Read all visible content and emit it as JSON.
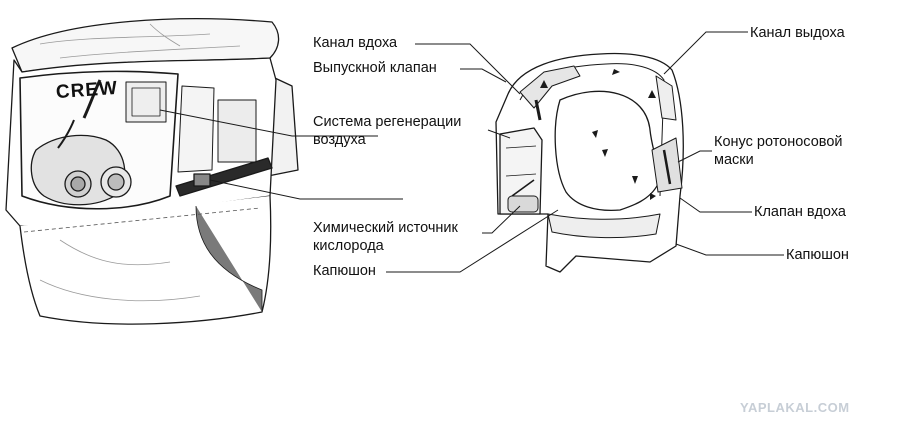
{
  "left_drawing": {
    "stamp": "CREW"
  },
  "labels": {
    "inhale_channel": "Канал вдоха",
    "outlet_valve": "Выпускной клапан",
    "regen_line1": "Система регенерации",
    "regen_line2": "воздуха",
    "chem_line1": "Химический источник",
    "chem_line2": "кислорода",
    "hood_left": "Капюшон",
    "exhale_channel": "Канал выдоха",
    "cone_line1": "Конус ротоносовой",
    "cone_line2": "маски",
    "inhale_valve": "Клапан вдоха",
    "hood_right": "Капюшон"
  },
  "watermark": "YAPLAKAL.COM",
  "colors": {
    "ink": "#1a1a1a",
    "shade": "#bdbdbd",
    "watermark": "#c7ced6"
  }
}
